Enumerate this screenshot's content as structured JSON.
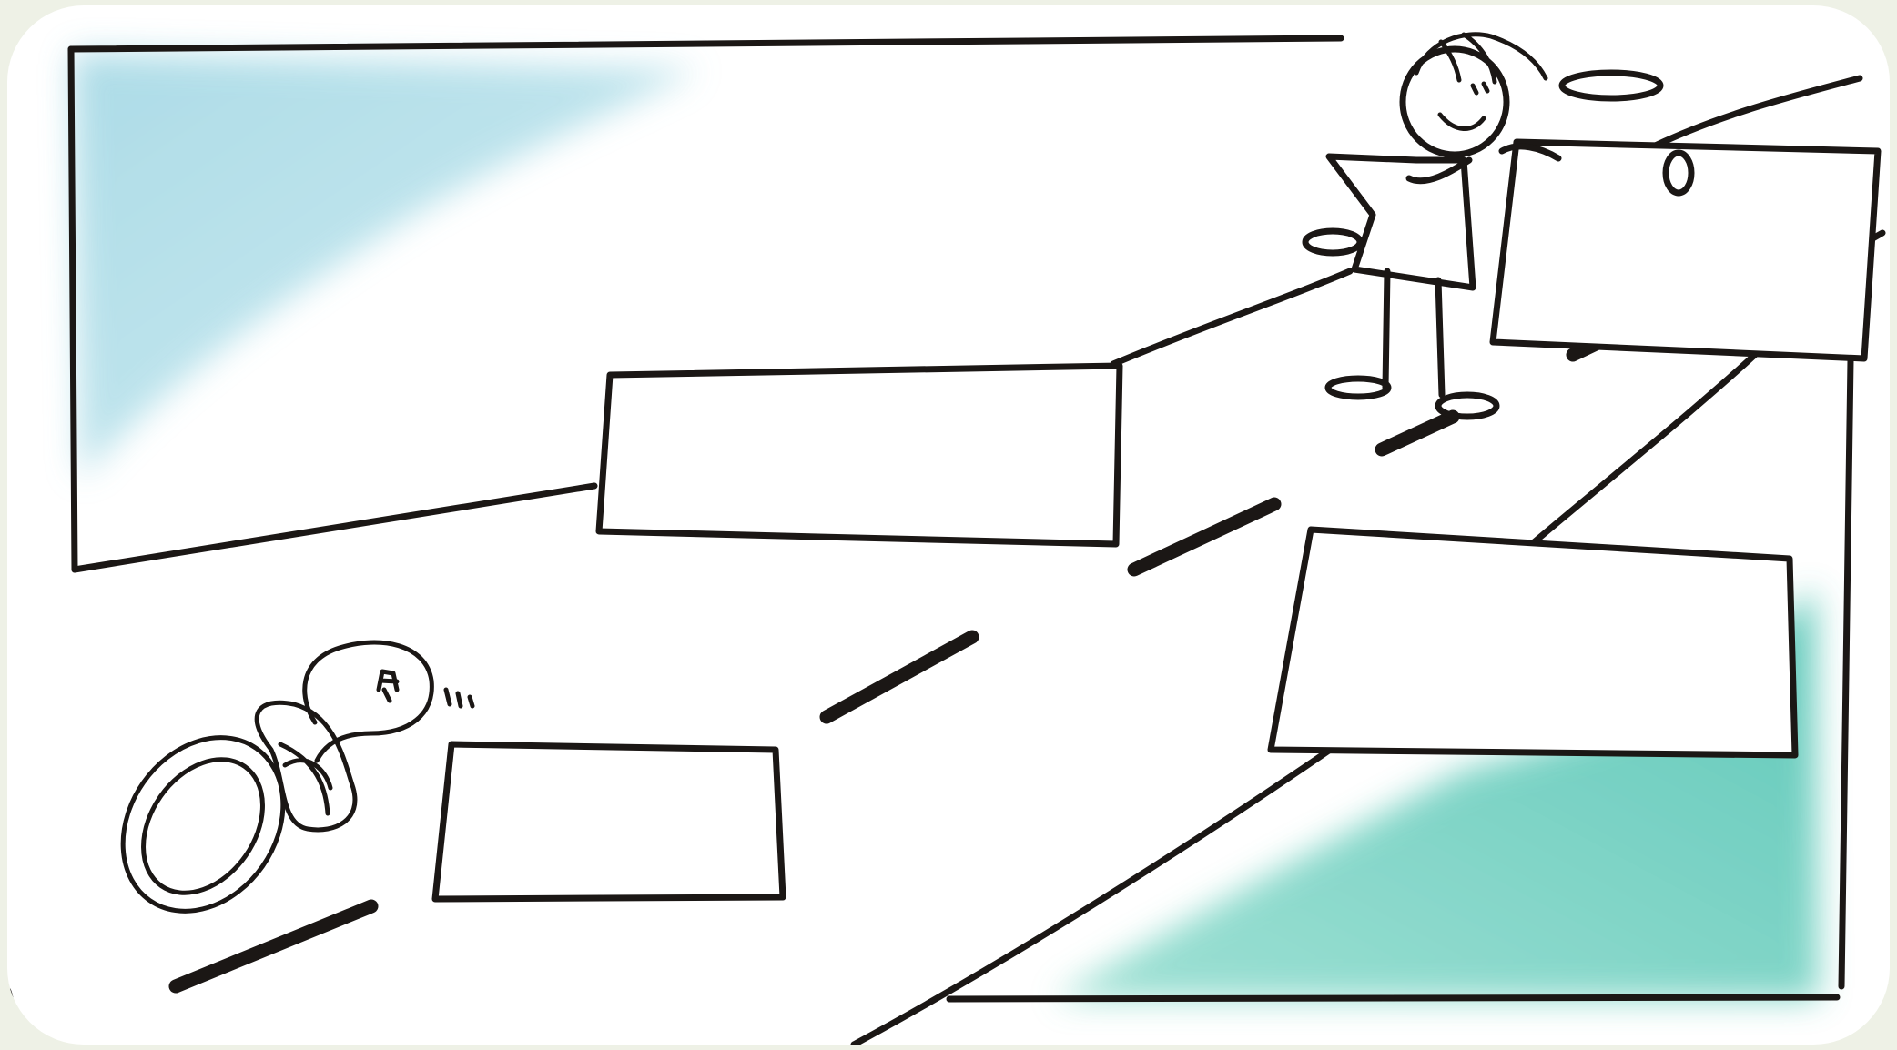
{
  "illustration": {
    "colors": {
      "paper": "#ffffff",
      "border": "#eef1e6",
      "ink": "#1b1715",
      "sky_wash": "#a9dbe6",
      "water_wash": "#5fc9b8"
    },
    "elements": [
      "pacifier-icon",
      "child-figure-icon",
      "road",
      "signpost-box-1",
      "signpost-box-2",
      "signpost-box-3",
      "signpost-box-4"
    ]
  }
}
